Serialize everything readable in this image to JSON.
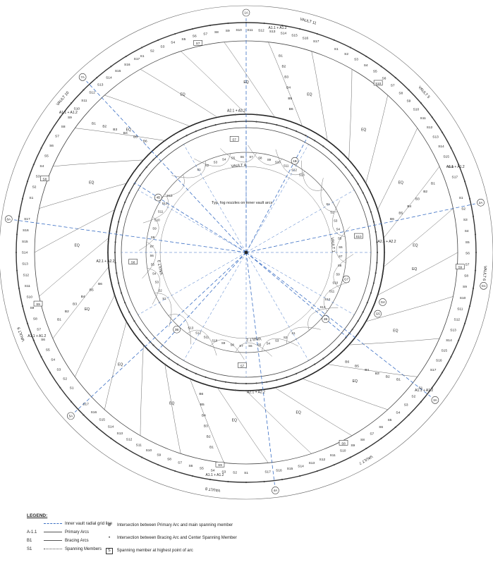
{
  "vaults": {
    "outer": [
      {
        "label": "VAULT 11",
        "angle": -75
      },
      {
        "label": "VAULT 5",
        "angle": -42
      },
      {
        "label": "VAULT 6",
        "angle": 5
      },
      {
        "label": "VAULT 7",
        "angle": 60
      },
      {
        "label": "VAULT 8",
        "angle": 98
      },
      {
        "label": "VAULT 9",
        "angle": 160
      },
      {
        "label": "VAULT 10",
        "angle": -140
      }
    ],
    "inner": [
      {
        "label": "VAULT 4",
        "angle": -95
      },
      {
        "label": "VAULT 1",
        "angle": -5
      },
      {
        "label": "VAULT 2",
        "angle": 85
      },
      {
        "label": "VAULT 3",
        "angle": 170
      }
    ]
  },
  "grid_markers": [
    {
      "label": "1A",
      "angle": -90,
      "ring": "outer"
    },
    {
      "label": "2A",
      "angle": -12,
      "ring": "outer"
    },
    {
      "label": "3A",
      "angle": 38,
      "ring": "outer"
    },
    {
      "label": "4A",
      "angle": 83,
      "ring": "outer"
    },
    {
      "label": "5A",
      "angle": 137,
      "ring": "outer"
    },
    {
      "label": "6A",
      "angle": -172,
      "ring": "outer"
    },
    {
      "label": "7A",
      "angle": -133,
      "ring": "outer"
    },
    {
      "label": "1B",
      "angle": -62,
      "ring": "inner"
    },
    {
      "label": "2B",
      "angle": 40,
      "ring": "inner"
    },
    {
      "label": "3B",
      "angle": 132,
      "ring": "inner"
    },
    {
      "label": "4B",
      "angle": -148,
      "ring": "inner"
    },
    {
      "label": "G1",
      "angle": 8,
      "ring": "outer"
    },
    {
      "label": "G4",
      "angle": 20,
      "ring": "mid"
    },
    {
      "label": "G5",
      "angle": 25,
      "ring": "mid"
    },
    {
      "label": "G7",
      "angle": 15,
      "ring": "inner"
    }
  ],
  "spanning_labels": {
    "outer": [
      "S1",
      "S2",
      "S3",
      "S4",
      "S5",
      "S6",
      "S7",
      "S8",
      "S9",
      "S10",
      "S11",
      "S12",
      "S13",
      "S14",
      "S15",
      "S16",
      "S17"
    ],
    "inner": [
      "S1",
      "S2",
      "S3",
      "S4",
      "S5",
      "S6",
      "S7",
      "S8",
      "S9",
      "S10",
      "S11",
      "S12",
      "S13"
    ]
  },
  "highest_point_labels": [
    {
      "label": "S7",
      "angle": -103,
      "ring": "outer"
    },
    {
      "label": "S10",
      "angle": -52,
      "ring": "outer"
    },
    {
      "label": "S9",
      "angle": 4,
      "ring": "outer"
    },
    {
      "label": "S8",
      "angle": 63,
      "ring": "outer"
    },
    {
      "label": "S9",
      "angle": 97,
      "ring": "outer"
    },
    {
      "label": "S9",
      "angle": 166,
      "ring": "outer"
    },
    {
      "label": "S8",
      "angle": -160,
      "ring": "outer"
    },
    {
      "label": "S7",
      "angle": -96,
      "ring": "inner"
    },
    {
      "label": "S10",
      "angle": -8,
      "ring": "inner"
    },
    {
      "label": "S7",
      "angle": 92,
      "ring": "inner"
    },
    {
      "label": "S8",
      "angle": 175,
      "ring": "inner"
    }
  ],
  "bracing_labels": [
    "B1",
    "B2",
    "B3",
    "B4",
    "B5",
    "B6"
  ],
  "arc_labels": {
    "outer": "A1.1 + A1.2",
    "inner": "A2.1 + A2.2",
    "eq": "EQ"
  },
  "center_note": "Typ. fog nozzles on inner vault arcs",
  "legend": {
    "title": "LEGEND:",
    "items": [
      {
        "key": "",
        "line": "dash",
        "text": "Inner vault radial grid line"
      },
      {
        "key": "A-1.1",
        "line": "solid",
        "text": "Primary Arcs"
      },
      {
        "key": "B1",
        "line": "solid",
        "text": "Bracing Arcs"
      },
      {
        "key": "S1",
        "line": "dashdot",
        "text": "Spanning Members"
      }
    ],
    "symbols": [
      {
        "symbol": "⊛",
        "text": "Intersection between Primary Arc and main spanning member"
      },
      {
        "symbol": "•",
        "text": "Intersection between Bracing Arc and Center Spanning Member"
      },
      {
        "symbol": "S",
        "text": "Spanning member at highest point of arc"
      }
    ]
  }
}
